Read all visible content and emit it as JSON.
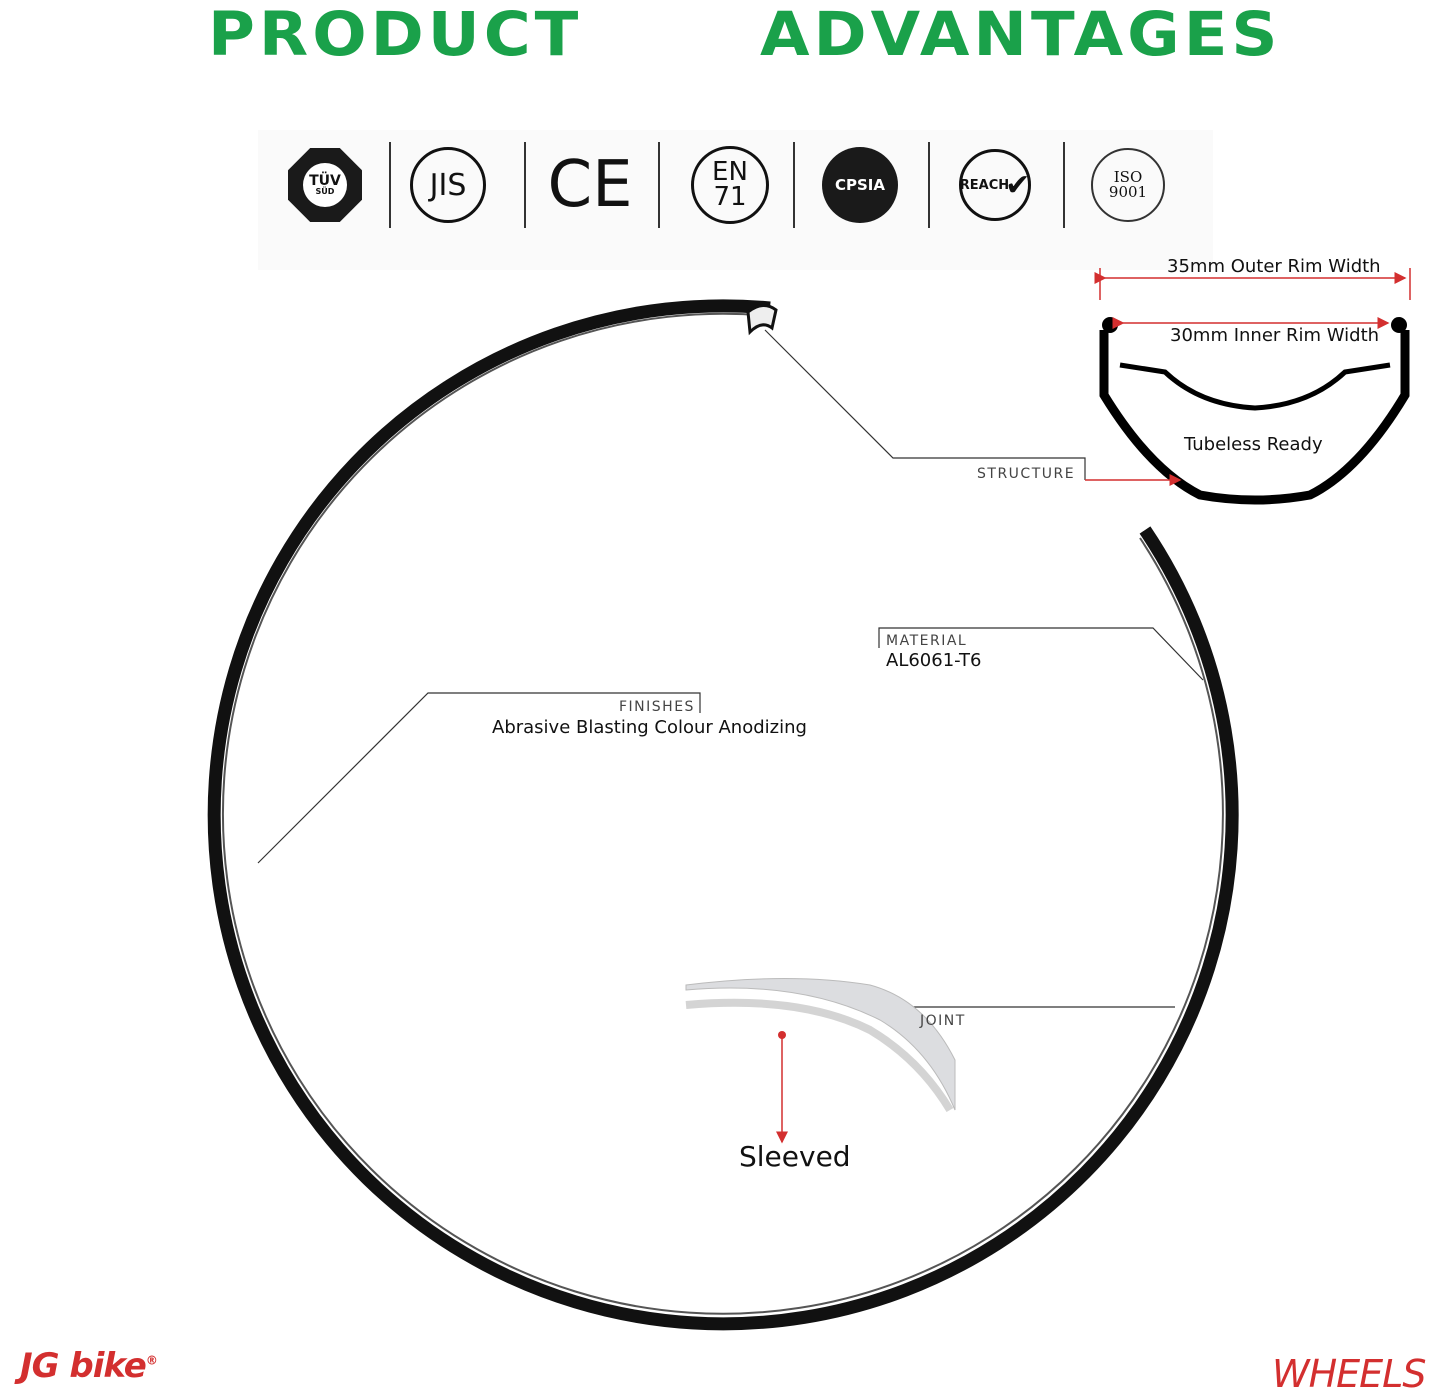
{
  "header": {
    "title_left": "PRODUCT",
    "title_right": "ADVANTAGES",
    "color": "#1aa14a"
  },
  "certifications": [
    {
      "icon": "tuv-sud-icon",
      "label": "TÜV",
      "sub": "SÜD"
    },
    {
      "icon": "jis-icon",
      "label": "JIS"
    },
    {
      "icon": "ce-icon",
      "label": "CE"
    },
    {
      "icon": "en71-icon",
      "label": "EN",
      "sub": "71"
    },
    {
      "icon": "cpsia-icon",
      "label": "CPSIA"
    },
    {
      "icon": "reach-icon",
      "label": "REACH"
    },
    {
      "icon": "iso9001-icon",
      "label": "ISO",
      "sub": "9001"
    }
  ],
  "cross_section": {
    "outer_width": "35mm Outer Rim Width",
    "inner_width": "30mm Inner Rim Width",
    "tubeless": "Tubeless Ready",
    "arrow_color": "#d32f2f"
  },
  "callouts": {
    "structure": "STRUCTURE",
    "material_title": "MATERIAL",
    "material_value": "AL6061-T6",
    "finishes_title": "FINISHES",
    "finishes_value": "Abrasive Blasting Colour Anodizing",
    "joint_title": "JOINT",
    "joint_value": "Sleeved"
  },
  "footer": {
    "brand": "JG bike",
    "registered": "®",
    "category": "WHEELS",
    "brand_color": "#d32f2f"
  }
}
